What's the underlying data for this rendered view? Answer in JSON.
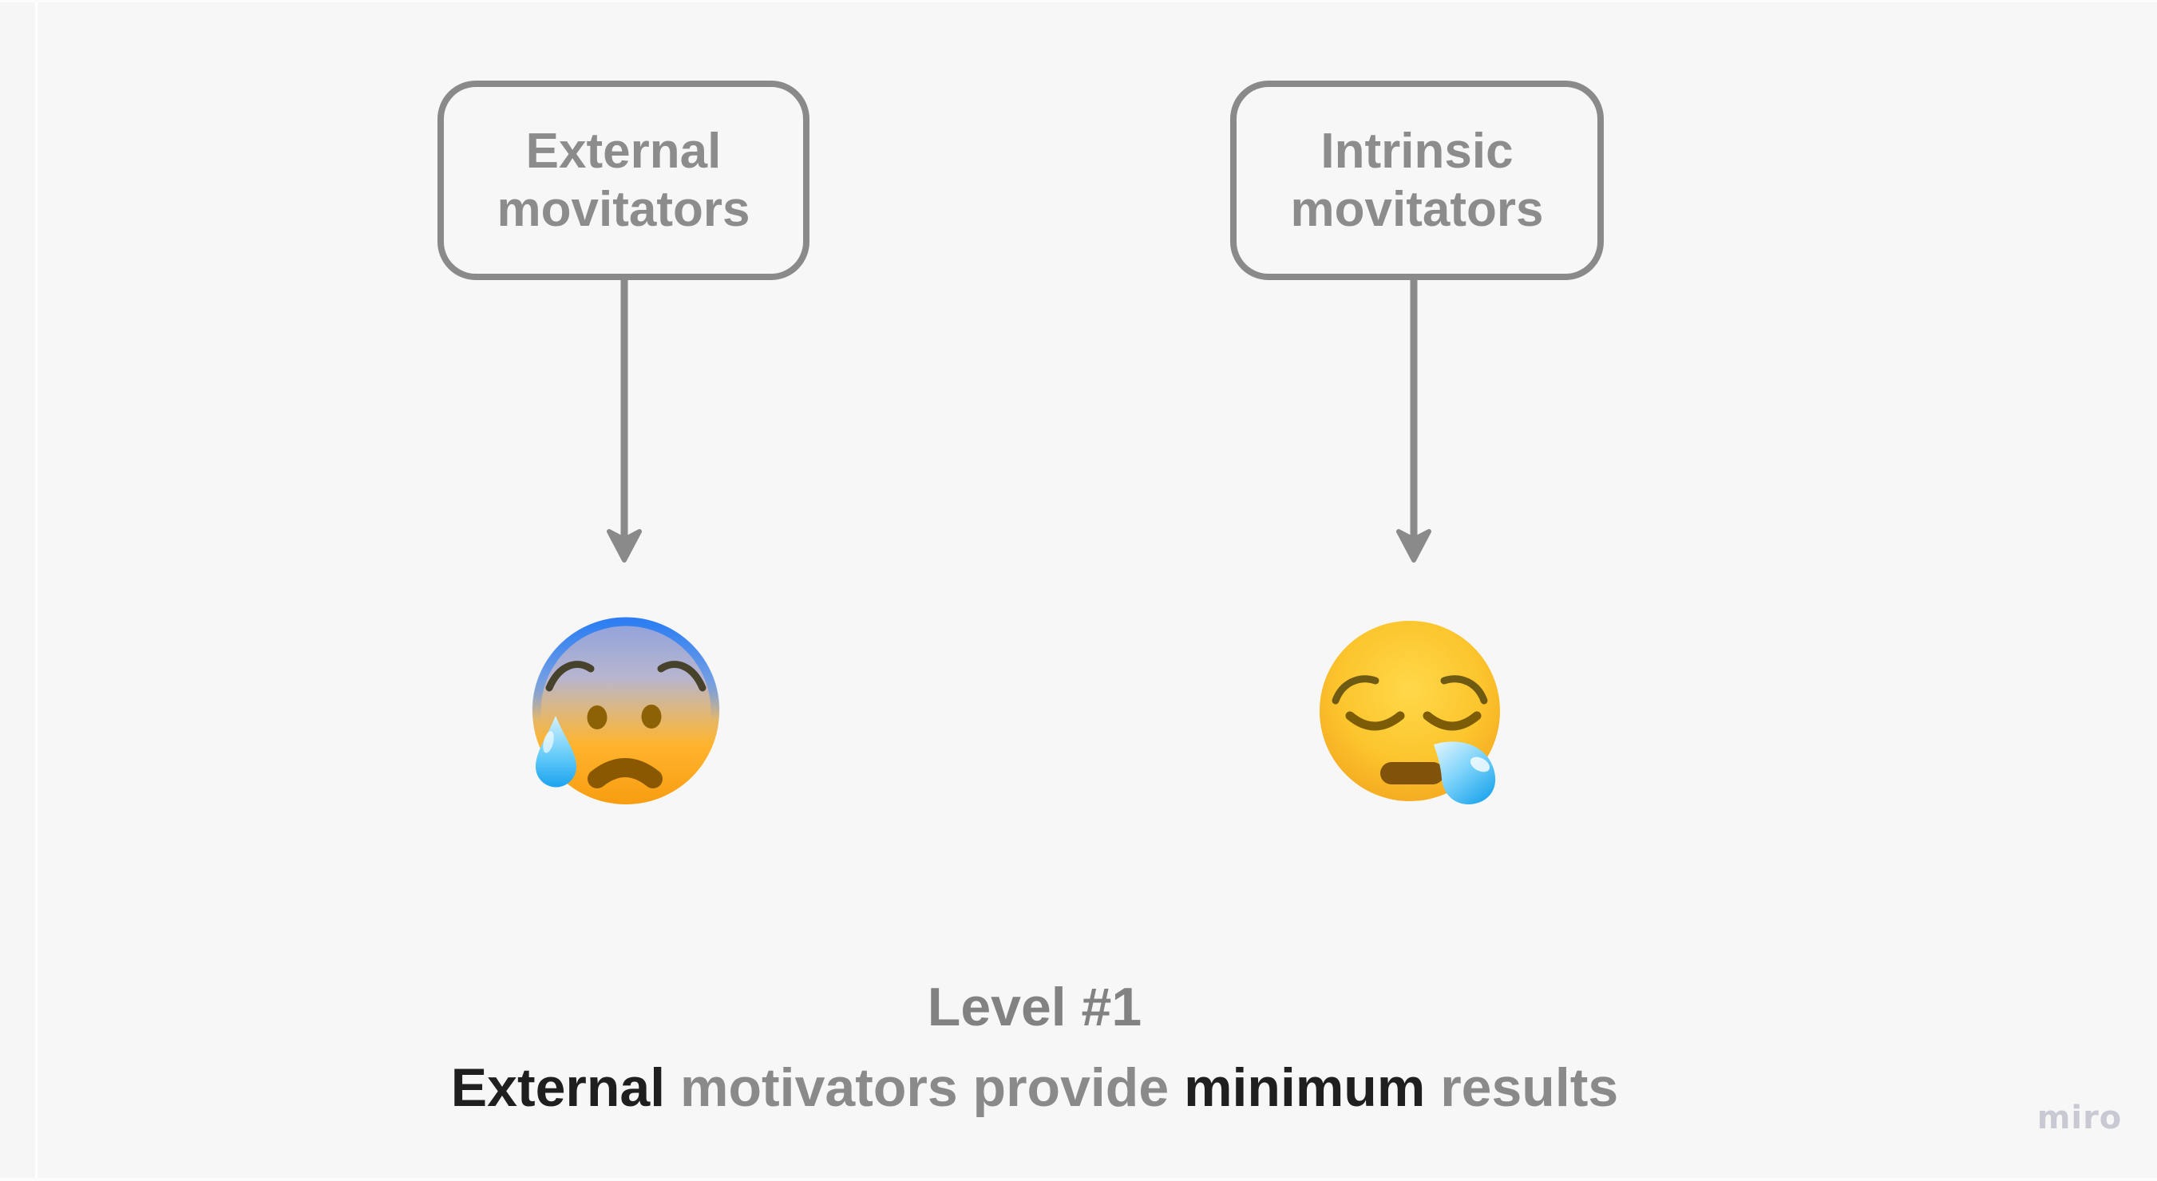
{
  "canvas": {
    "background_color": "#f7f7f7",
    "stroke_color": "#8a8a8a"
  },
  "boxes": [
    {
      "id": "external",
      "label_line1": "External",
      "label_line2": "movitators"
    },
    {
      "id": "intrinsic",
      "label_line1": "Intrinsic",
      "label_line2": "movitators"
    }
  ],
  "emojis": [
    {
      "name": "anxious-face-with-sweat",
      "char": "😰"
    },
    {
      "name": "sleepy-face",
      "char": "😪"
    }
  ],
  "caption": {
    "line1": "Level #1",
    "line2_segments": [
      {
        "text": "External ",
        "emphasis": true
      },
      {
        "text": "motivators provide ",
        "emphasis": false
      },
      {
        "text": "minimum ",
        "emphasis": true
      },
      {
        "text": "results",
        "emphasis": false
      }
    ],
    "dark_color": "#1f1f1f",
    "gray_color": "#8a8a8a"
  },
  "watermark": {
    "label": "miro"
  }
}
